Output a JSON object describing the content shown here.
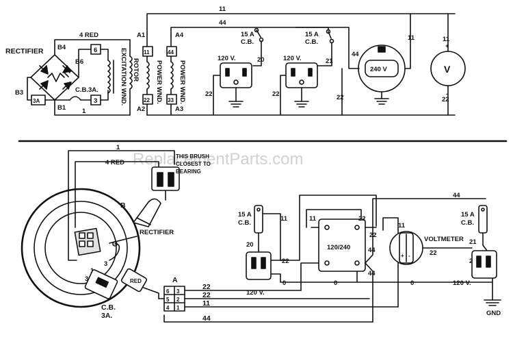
{
  "watermark": "ReplacementParts.com",
  "top": {
    "rectifier": "RECTIFIER",
    "b4": "B4",
    "b3": "B3",
    "b1": "B1",
    "b6": "B6",
    "red4": "4 RED",
    "box6": "6",
    "box3a": "3A",
    "box3": "3",
    "cb3a": "C.B.3A.",
    "wire1": "1",
    "excitation": "EXCITATION WND.",
    "rotor": "ROTOR",
    "a1": "A1",
    "a2": "A2",
    "a4": "A4",
    "a3": "A3",
    "box11": "11",
    "box22": "22",
    "box44": "44",
    "box33": "33",
    "power1": "POWER WND.",
    "power2": "POWER WND.",
    "w11": "11",
    "w44": "44",
    "cb15a_1": "15 A",
    "cb15a_1b": "C.B.",
    "cb15a_2": "15 A",
    "cb15a_2b": "C.B.",
    "w20": "20",
    "w21": "21",
    "r120_1": "120 V.",
    "r120_2": "120 V.",
    "w22a": "22",
    "w22b": "22",
    "w22c": "22",
    "w22d": "22",
    "w44b": "44",
    "w11b": "11",
    "w11c": "11",
    "r240": "240 V",
    "volt": "V",
    "plus": "+",
    "minus": "-"
  },
  "bottom": {
    "wire1": "1",
    "red4": "4 RED",
    "brush1": "THIS BRUSH",
    "brush2": "CLOSEST TO",
    "brush3": "BEARING",
    "b": "B",
    "rectifier": "RECTIFIER",
    "three": "3",
    "three_a": "3A",
    "one": "1",
    "red": "RED",
    "cb1": "C.B.",
    "cb2": "3A.",
    "a": "A",
    "t6": "6",
    "t3": "3",
    "t5": "5",
    "t2": "2",
    "t4": "4",
    "t1": "1",
    "w22a": "22",
    "w22b": "22",
    "w11": "11",
    "w44": "44",
    "l15a": "15 A",
    "lcb": "C.B.",
    "w11l": "11",
    "w20": "20",
    "w22l": "22",
    "l120": "120 V.",
    "w0a": "0",
    "w0b": "0",
    "w0c": "0",
    "w11m": "11",
    "w22m1": "22",
    "w22m2": "22",
    "sel": "120/240",
    "w44m1": "44",
    "w44m2": "44",
    "w11v": "11",
    "w22v": "22",
    "voltmeter": "VOLTMETER",
    "vplus": "+",
    "vminus": "-",
    "w44top": "44",
    "r15a": "15 A",
    "rcb": "C.B.",
    "w21": "21",
    "w22r": "22",
    "r120": "120 V.",
    "gnd": "GND"
  }
}
